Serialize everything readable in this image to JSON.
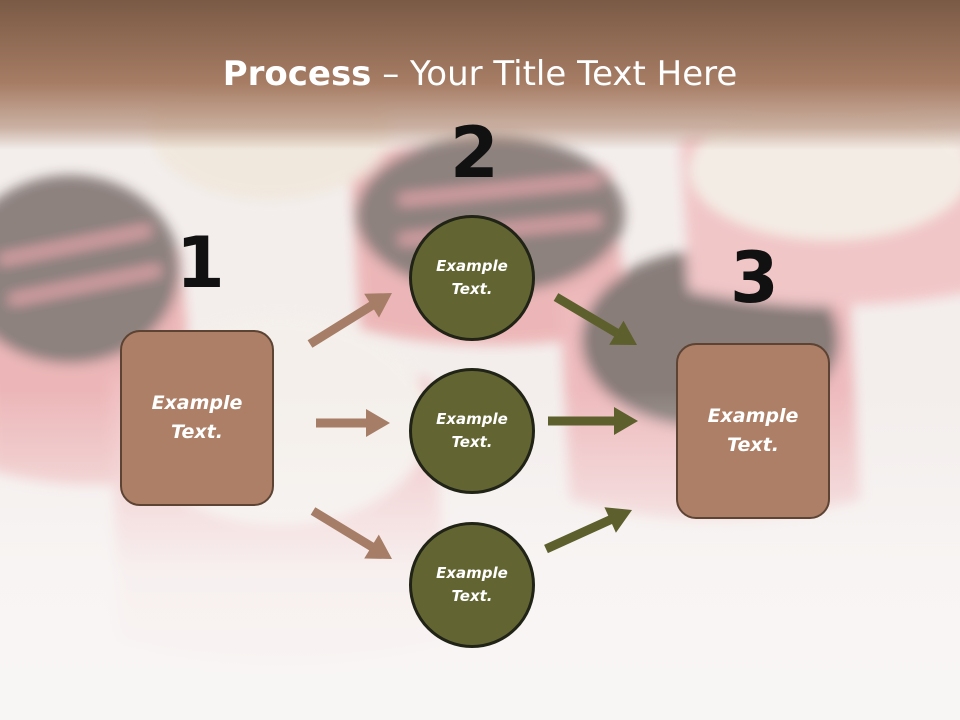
{
  "title": {
    "strong": "Process",
    "rest": " – Your Title Text Here"
  },
  "numbers": [
    "1",
    "2",
    "3"
  ],
  "left_box": {
    "text": "Example\nText."
  },
  "right_box": {
    "text": "Example\nText."
  },
  "circles": [
    {
      "text": "Example\nText."
    },
    {
      "text": "Example\nText."
    },
    {
      "text": "Example\nText."
    }
  ],
  "colors": {
    "box_fill": "#ad7f67",
    "circle_fill": "#626532",
    "arrow_brown": "#a67d66",
    "arrow_olive": "#5d5f2d",
    "header": "#8a6550"
  }
}
